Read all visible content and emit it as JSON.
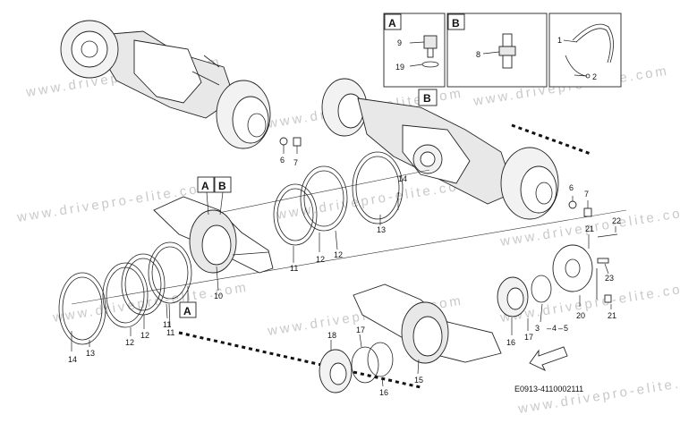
{
  "watermark": "www.drivepro-elite.com",
  "drawing_code": "E0913-4110002111",
  "detail_boxes": [
    {
      "letter": "A",
      "callouts": [
        "9",
        "19"
      ]
    },
    {
      "letter": "B",
      "callouts": [
        "8"
      ]
    },
    {
      "letter": "",
      "callouts": [
        "1",
        "2"
      ]
    }
  ],
  "view_labels": [
    "A",
    "B",
    "A",
    "B",
    "A"
  ],
  "callouts": [
    "6",
    "7",
    "6",
    "7",
    "14",
    "13",
    "12",
    "12",
    "11",
    "10",
    "11",
    "12",
    "12",
    "11",
    "14",
    "13",
    "22",
    "21",
    "23",
    "20",
    "21",
    "17",
    "16",
    "3",
    "4",
    "5",
    "18",
    "17",
    "16",
    "15"
  ],
  "direction_arrow": "front-direction-arrow"
}
